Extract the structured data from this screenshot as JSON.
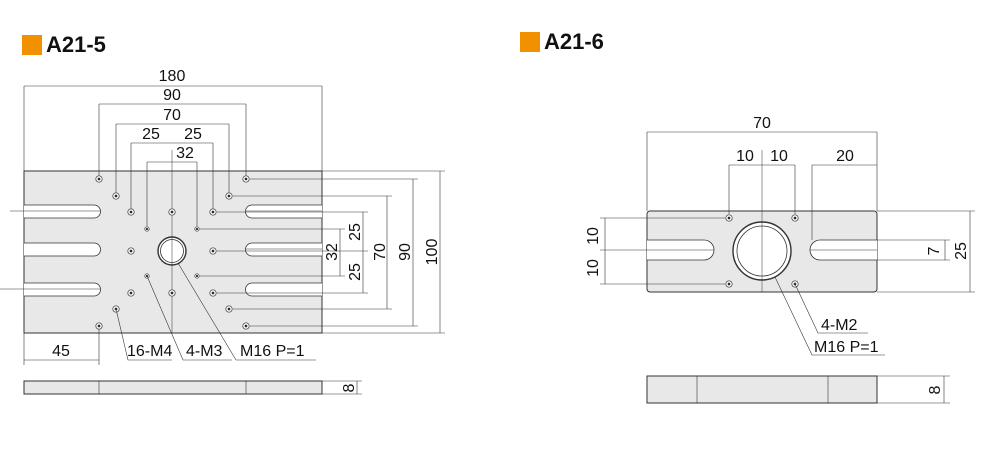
{
  "colors": {
    "accent": "#f29100",
    "plate": "#e8e8e8",
    "line": "#333333"
  },
  "a21_5": {
    "title": "A21-5",
    "dims": {
      "w180": "180",
      "w90": "90",
      "w70": "70",
      "w25a": "25",
      "w25b": "25",
      "w32": "32",
      "w45": "45",
      "h32": "32",
      "h25a": "25",
      "h25b": "25",
      "h70": "70",
      "h90": "90",
      "h100": "100",
      "thick": "8"
    },
    "callouts": {
      "c1": "16-M4",
      "c2": "4-M3",
      "c3": "M16 P=1"
    }
  },
  "a21_6": {
    "title": "A21-6",
    "dims": {
      "w70": "70",
      "w10a": "10",
      "w10b": "10",
      "w20": "20",
      "h10a": "10",
      "h10b": "10",
      "h7": "7",
      "h25": "25",
      "thick": "8"
    },
    "callouts": {
      "c1": "4-M2",
      "c2": "M16 P=1"
    }
  }
}
